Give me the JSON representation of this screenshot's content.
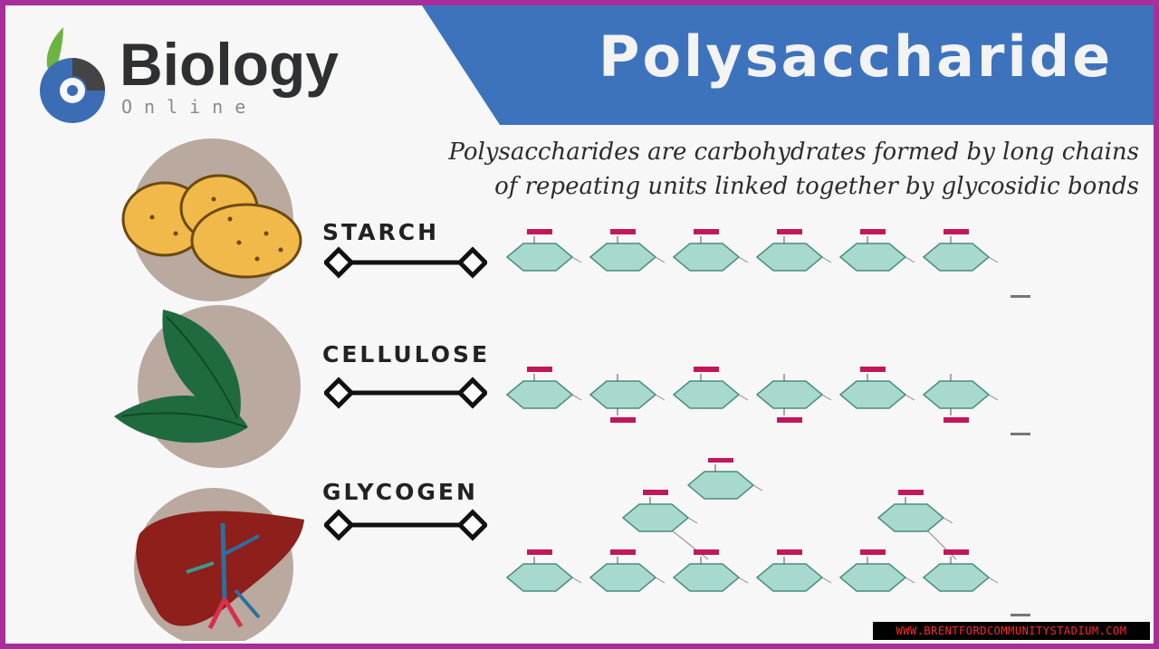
{
  "banner": {
    "title": "Polysaccharide"
  },
  "logo": {
    "word": "Biology",
    "sub": "Online"
  },
  "description": {
    "line1": "Polysaccharides are carbohydrates formed by long chains",
    "line2": "of repeating units linked together by glycosidic bonds"
  },
  "rows": [
    {
      "label": "STARCH",
      "icon": "potato-icon"
    },
    {
      "label": "CELLULOSE",
      "icon": "leaf-icon"
    },
    {
      "label": "GLYCOGEN",
      "icon": "liver-icon"
    }
  ],
  "watermark": "WWW.BRENTFORDCOMMUNITYSTADIUM.COM",
  "colors": {
    "banner": "#3d73bd",
    "frame": "#a62f9a",
    "ring": "#a8d9cf",
    "ch2oh": "#c2185b",
    "potato": "#f1b94a",
    "leaf": "#1f6b3f",
    "liver": "#8e1f1a"
  }
}
